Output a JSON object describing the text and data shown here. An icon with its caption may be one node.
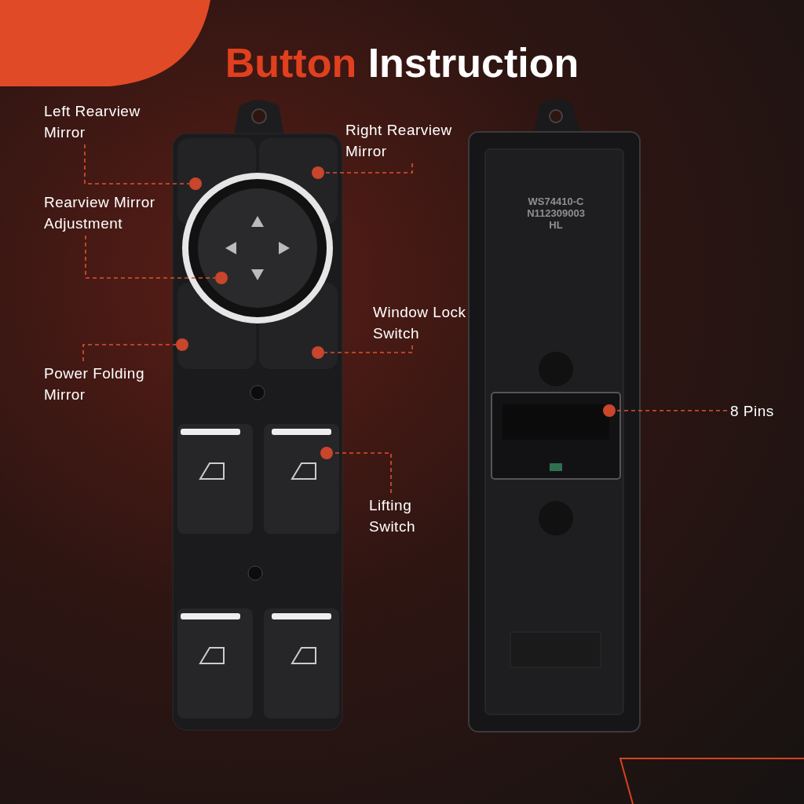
{
  "diagram": {
    "title": "Button Instruction",
    "nodes": [
      {
        "text": [
          "Left Rearview Mirror"
        ]
      },
      {
        "text": [],
        "shape": "circle"
      },
      {
        "text": [
          "Right Rearview Mirror"
        ]
      },
      {
        "text": [],
        "shape": "circle"
      },
      {
        "text": [
          "Rearview Mirror Adjustment"
        ]
      },
      {
        "text": [],
        "shape": "circle"
      },
      {
        "text": [
          "Window Lock Switch"
        ]
      },
      {
        "text": [],
        "shape": "circle"
      },
      {
        "text": [
          "Power Folding Mirror"
        ]
      },
      {
        "text": [],
        "shape": "circle"
      },
      {
        "text": [
          "8 Pins"
        ]
      },
      {
        "text": [],
        "shape": "circle"
      },
      {
        "text": [
          "Lifting Switch"
        ]
      },
      {
        "text": [],
        "shape": "circle"
      }
    ],
    "edges": [
      {
        "from": 0,
        "to": 1,
        "arrow": "none",
        "style": "dashed"
      },
      {
        "from": 2,
        "to": 3,
        "arrow": "none",
        "style": "dashed"
      },
      {
        "from": 4,
        "to": 5,
        "arrow": "none",
        "style": "dashed"
      },
      {
        "from": 6,
        "to": 7,
        "arrow": "none",
        "style": "dashed"
      },
      {
        "from": 8,
        "to": 9,
        "arrow": "none",
        "style": "dashed"
      },
      {
        "from": 10,
        "to": 11,
        "arrow": "none",
        "style": "dashed"
      },
      {
        "from": 12,
        "to": 13,
        "arrow": "none",
        "style": "dashed"
      }
    ],
    "labels": [
      "WS74410-C",
      "N112309003",
      "HL"
    ]
  }
}
